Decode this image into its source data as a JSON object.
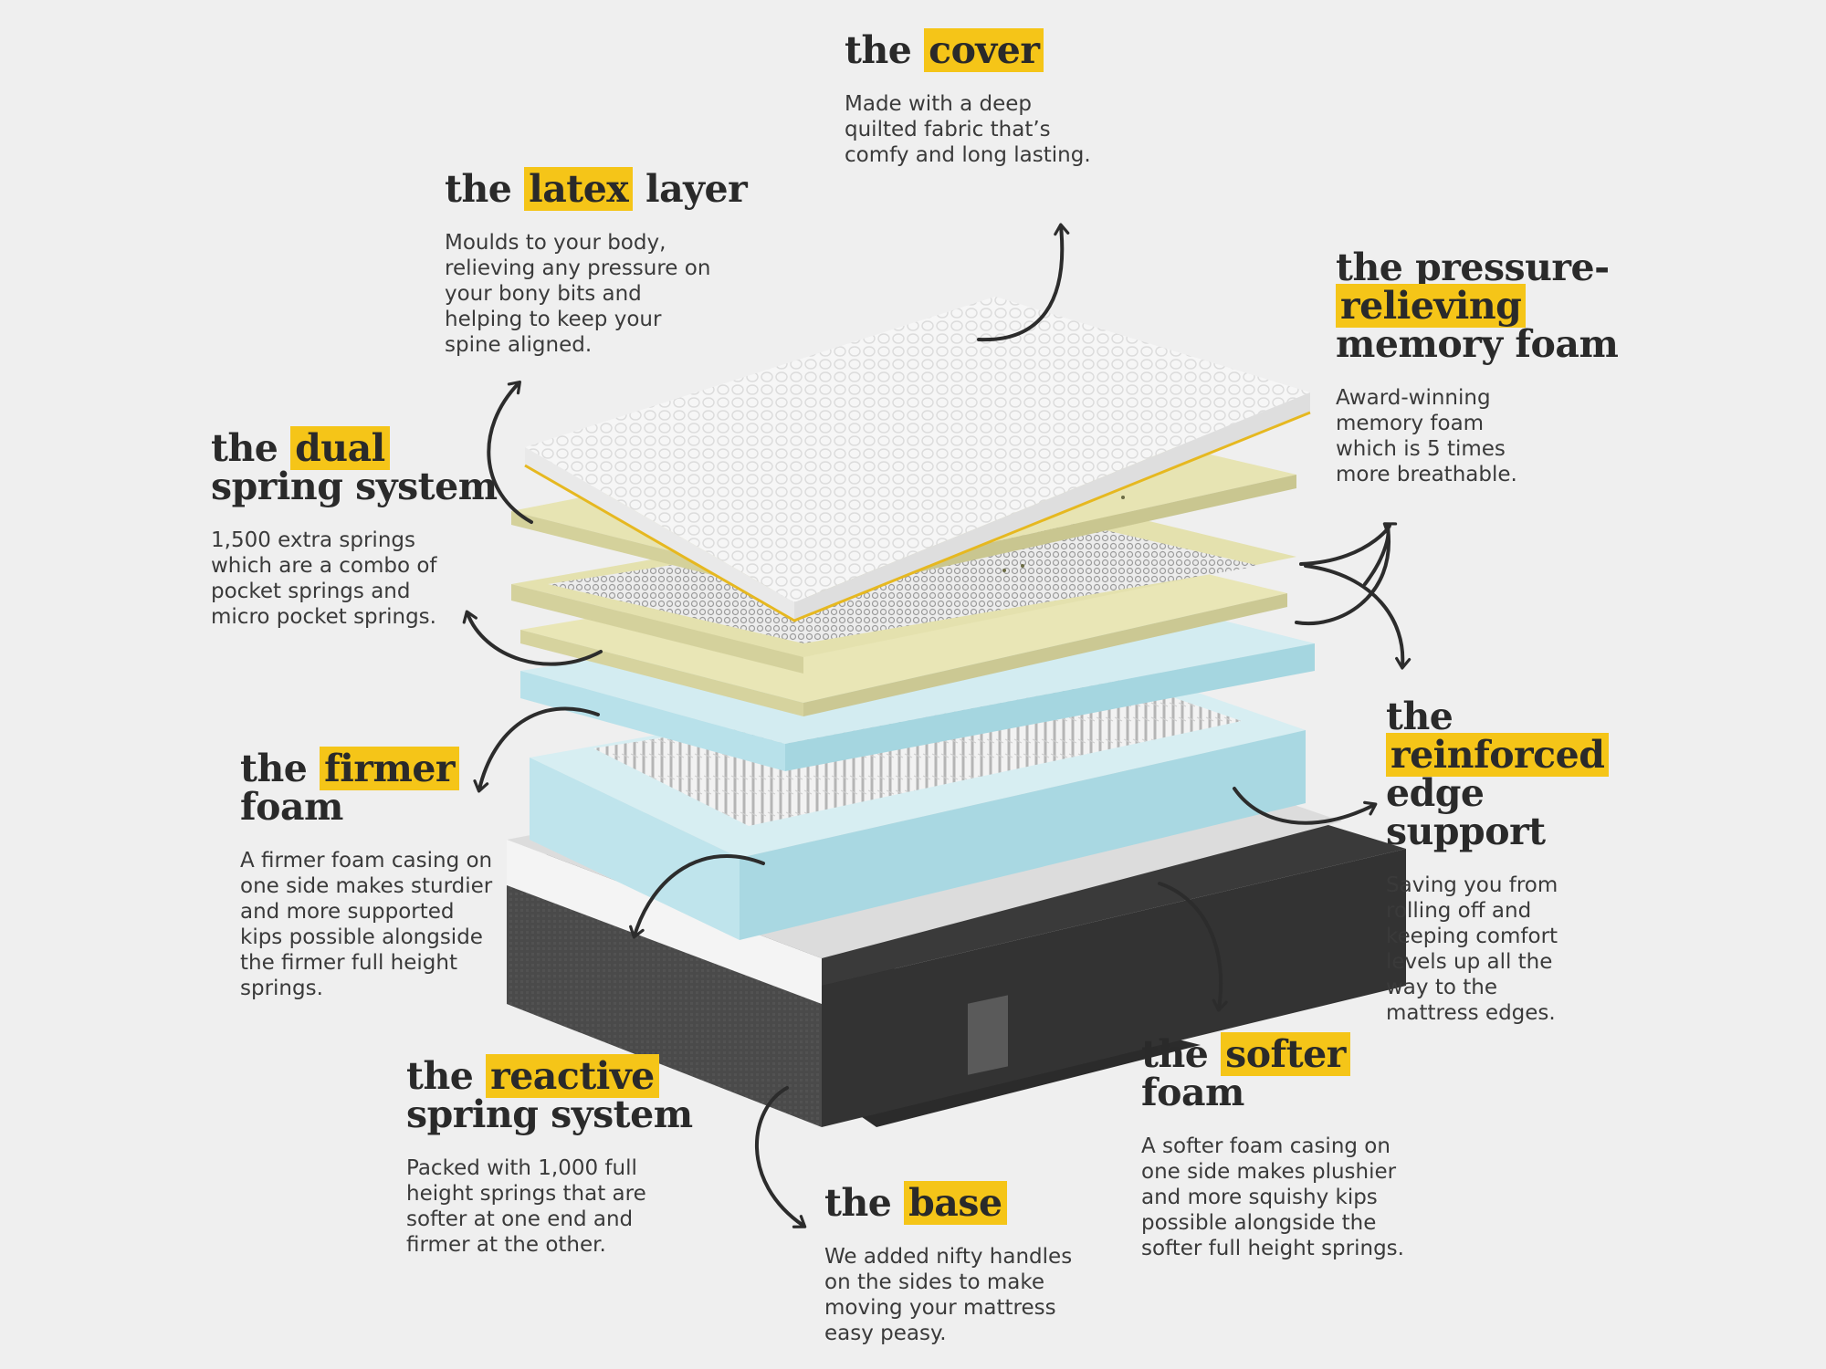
{
  "palette": {
    "background": "#efefef",
    "highlight": "#f5c518",
    "ink": "#2c2c2c",
    "latex": "#e8e5b2",
    "spring_foam": "#cfeaf0",
    "base": "#3a3a3a"
  },
  "callouts": [
    {
      "id": "cover",
      "pre": "the",
      "hl": "cover",
      "post": "",
      "desc": [
        "Made with a deep",
        "quilted fabric that’s",
        "comfy and long lasting."
      ]
    },
    {
      "id": "latex",
      "pre": "the",
      "hl": "latex",
      "post": "layer",
      "desc": [
        "Moulds to your body,",
        "relieving any pressure on",
        "your bony bits and",
        "helping to keep your",
        "spine aligned."
      ]
    },
    {
      "id": "memory",
      "pre": "the pressure-",
      "hl": "relieving",
      "post": "memory foam",
      "desc": [
        "Award-winning",
        "memory foam",
        "which is 5 times",
        "more breathable."
      ]
    },
    {
      "id": "dual",
      "pre": "the",
      "hl": "dual",
      "post": "spring system",
      "desc": [
        "1,500 extra springs",
        "which are a combo of",
        "pocket springs and",
        "micro pocket springs."
      ]
    },
    {
      "id": "firmer",
      "pre": "the",
      "hl": "firmer",
      "post": "foam",
      "desc": [
        "A firmer foam casing on",
        "one side makes sturdier",
        "and more supported",
        "kips possible alongside",
        "the firmer full height",
        "springs."
      ]
    },
    {
      "id": "reinforced",
      "pre": "the",
      "hl": "reinforced",
      "post": "edge support",
      "desc": [
        "Saving you from",
        "rolling off and",
        "keeping comfort",
        "levels up all the",
        "way to the",
        "mattress edges."
      ]
    },
    {
      "id": "softer",
      "pre": "the",
      "hl": "softer",
      "post": "foam",
      "desc": [
        "A softer foam casing on",
        "one side makes plushier",
        "and more squishy kips",
        "possible alongside the",
        "softer full height springs."
      ]
    },
    {
      "id": "reactive",
      "pre": "the",
      "hl": "reactive",
      "post": "spring system",
      "desc": [
        "Packed with 1,000 full",
        "height springs that are",
        "softer at one end and",
        "firmer at the other."
      ]
    },
    {
      "id": "base",
      "pre": "the",
      "hl": "base",
      "post": "",
      "desc": [
        "We added nifty handles",
        "on the sides to make",
        "moving your mattress",
        "easy peasy."
      ]
    }
  ]
}
